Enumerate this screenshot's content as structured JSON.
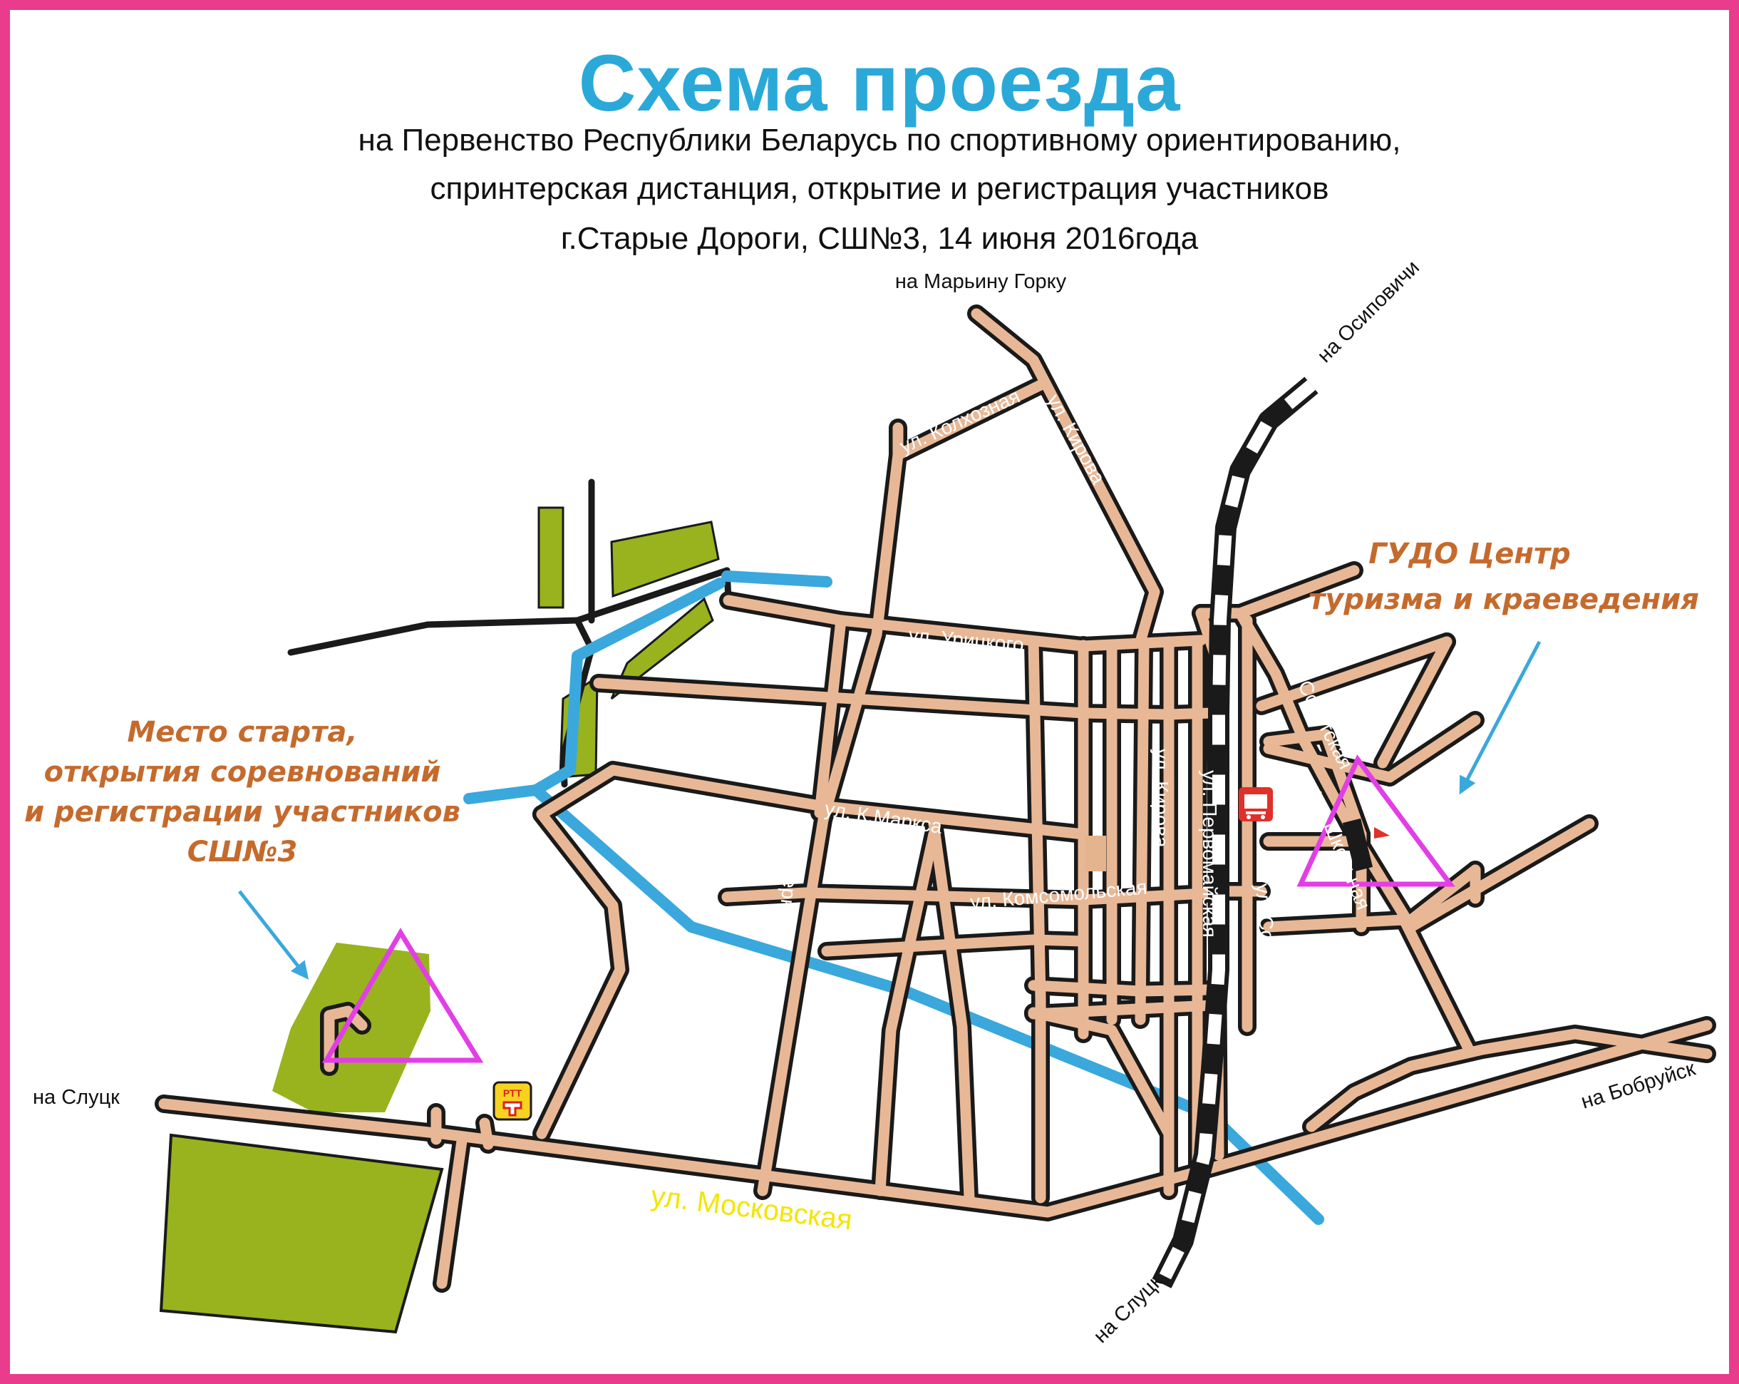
{
  "header": {
    "title": "Схема проезда",
    "line1": "на Первенство Республики Беларусь по спортивному ориентированию,",
    "line2": "спринтерская дистанция, открытие и регистрация участников",
    "line3": "г.Старые Дороги, СШ№3, 14 июня 2016года"
  },
  "directions": {
    "maryina_gorka": "на Марьину Горку",
    "osipovichi": "на Осиповичи",
    "slutsk_west": "на Слуцк",
    "bobruisk": "на Бобруйск",
    "slutsk_south": "на Слуцк"
  },
  "streets": {
    "moskovskaya": "ул. Московская",
    "kolkhoznaya": "ул. Колхозная",
    "kirova_north": "ул. Кирова",
    "uritskogo": "ул. Урицкого",
    "k_marksa": "ул. К.Маркса",
    "komsomolskaya": "ул. Комсомольская",
    "kirova": "ул. Кирова",
    "pervomaiskaya": "ул. Первомайская",
    "ozyornaya": "ул. Озерная",
    "sovetskaya_north": "ул. Советская",
    "sovetskaya_east": "ул. Советская",
    "shkolnaya": "ул. Школьная"
  },
  "notes": {
    "start_lines": [
      "Место старта,",
      "открытия соревнований",
      "и регистрации участников",
      "СШ№3"
    ],
    "center_lines": [
      "ГУДО Центр",
      "туризма и краеведения"
    ]
  },
  "icons": {
    "post": "РТТ",
    "station": "railway-station-icon"
  },
  "colors": {
    "frame": "#ea3c8c",
    "title": "#2aa9d9",
    "road_fill": "#e8b896",
    "road_edge": "#1a1a1a",
    "river": "#3aa8dc",
    "green": "#98b31e",
    "marker": "#e33ee6",
    "note_text": "#c56a2d",
    "street_moskovskaya": "#f2e600"
  }
}
